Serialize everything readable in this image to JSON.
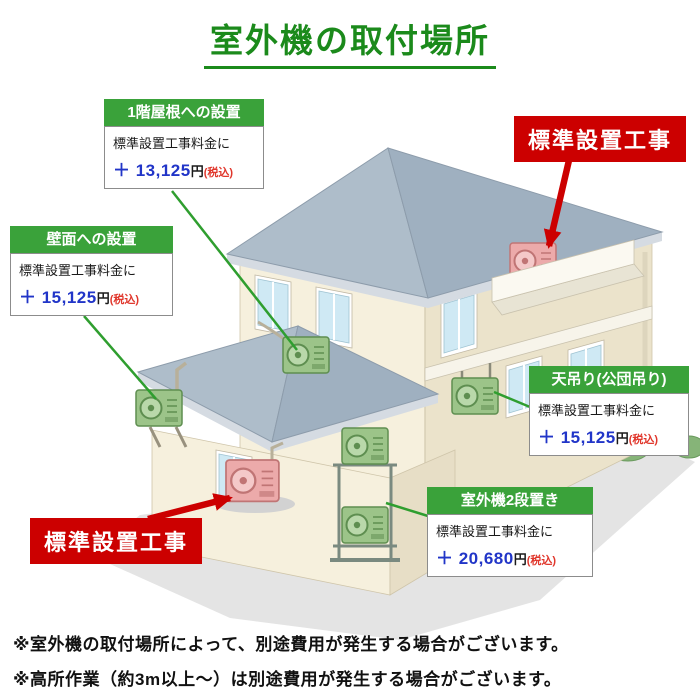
{
  "title": "室外機の取付場所",
  "callouts": {
    "roof_1f": {
      "header": "1階屋根への設置",
      "fee_label": "標準設置工事料金に",
      "price": "＋ 13,125",
      "unit": "円",
      "tax": "(税込)"
    },
    "wall": {
      "header": "壁面への設置",
      "fee_label": "標準設置工事料金に",
      "price": "＋ 15,125",
      "unit": "円",
      "tax": "(税込)"
    },
    "ceiling_hung": {
      "header": "天吊り(公団吊り)",
      "fee_label": "標準設置工事料金に",
      "price": "＋ 15,125",
      "unit": "円",
      "tax": "(税込)"
    },
    "two_tier": {
      "header": "室外機2段置き",
      "fee_label": "標準設置工事料金に",
      "price": "＋ 20,680",
      "unit": "円",
      "tax": "(税込)"
    }
  },
  "standard_labels": {
    "top_right": "標準設置工事",
    "bottom_left": "標準設置工事"
  },
  "notes": [
    "※室外機の取付場所によって、別途費用が発生する場合がございます。",
    "※高所作業（約3m以上～）は別途費用が発生する場合がございます。"
  ],
  "colors": {
    "title_green": "#1b8a1b",
    "callout_header_green": "#3aa23a",
    "leader_line_green": "#2f9e2f",
    "price_blue": "#2135c8",
    "tax_note_red": "#e0362b",
    "standard_label_red": "#cc0000",
    "roof_blue_gray": "#a4b3c2",
    "wall_cream": "#f6f0dd",
    "unit_green": "#9cc489",
    "unit_pink": "#ecaaaa"
  }
}
